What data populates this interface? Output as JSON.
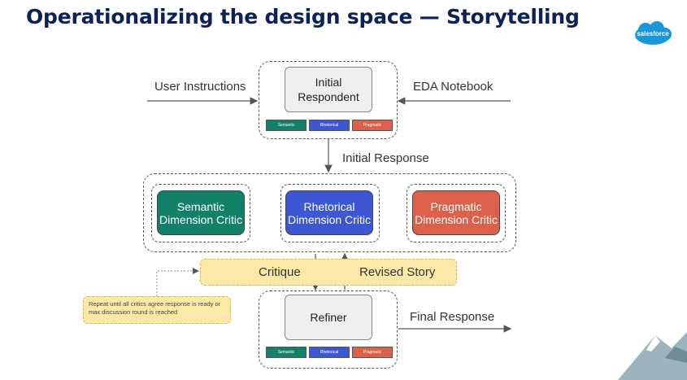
{
  "slide": {
    "title": "Operationalizing the design space — Storytelling",
    "logo_text": "salesforce"
  },
  "diagram": {
    "inputs": {
      "left": "User Instructions",
      "right": "EDA Notebook"
    },
    "initial_respondent": "Initial Respondent",
    "tags": [
      "Semantic",
      "Rhetorical",
      "Pragmatic"
    ],
    "initial_response_label": "Initial Response",
    "critics": [
      {
        "label": "Semantic Dimension Critic",
        "color": "#13806a"
      },
      {
        "label": "Rhetorical Dimension Critic",
        "color": "#3c56d4"
      },
      {
        "label": "Pragmatic Dimension Critic",
        "color": "#dd614a"
      }
    ],
    "critique_label": "Critique",
    "revised_story_label": "Revised Story",
    "refiner": "Refiner",
    "final_response_label": "Final Response",
    "loop_note": "Repeat until all critics agree response is ready or max discussion round is reached"
  },
  "colors": {
    "title": "#0b2159",
    "semantic": "#13806a",
    "rhetorical": "#3c56d4",
    "pragmatic": "#dd614a",
    "highlight": "#fce9a8",
    "logo": "#1b96d8"
  }
}
